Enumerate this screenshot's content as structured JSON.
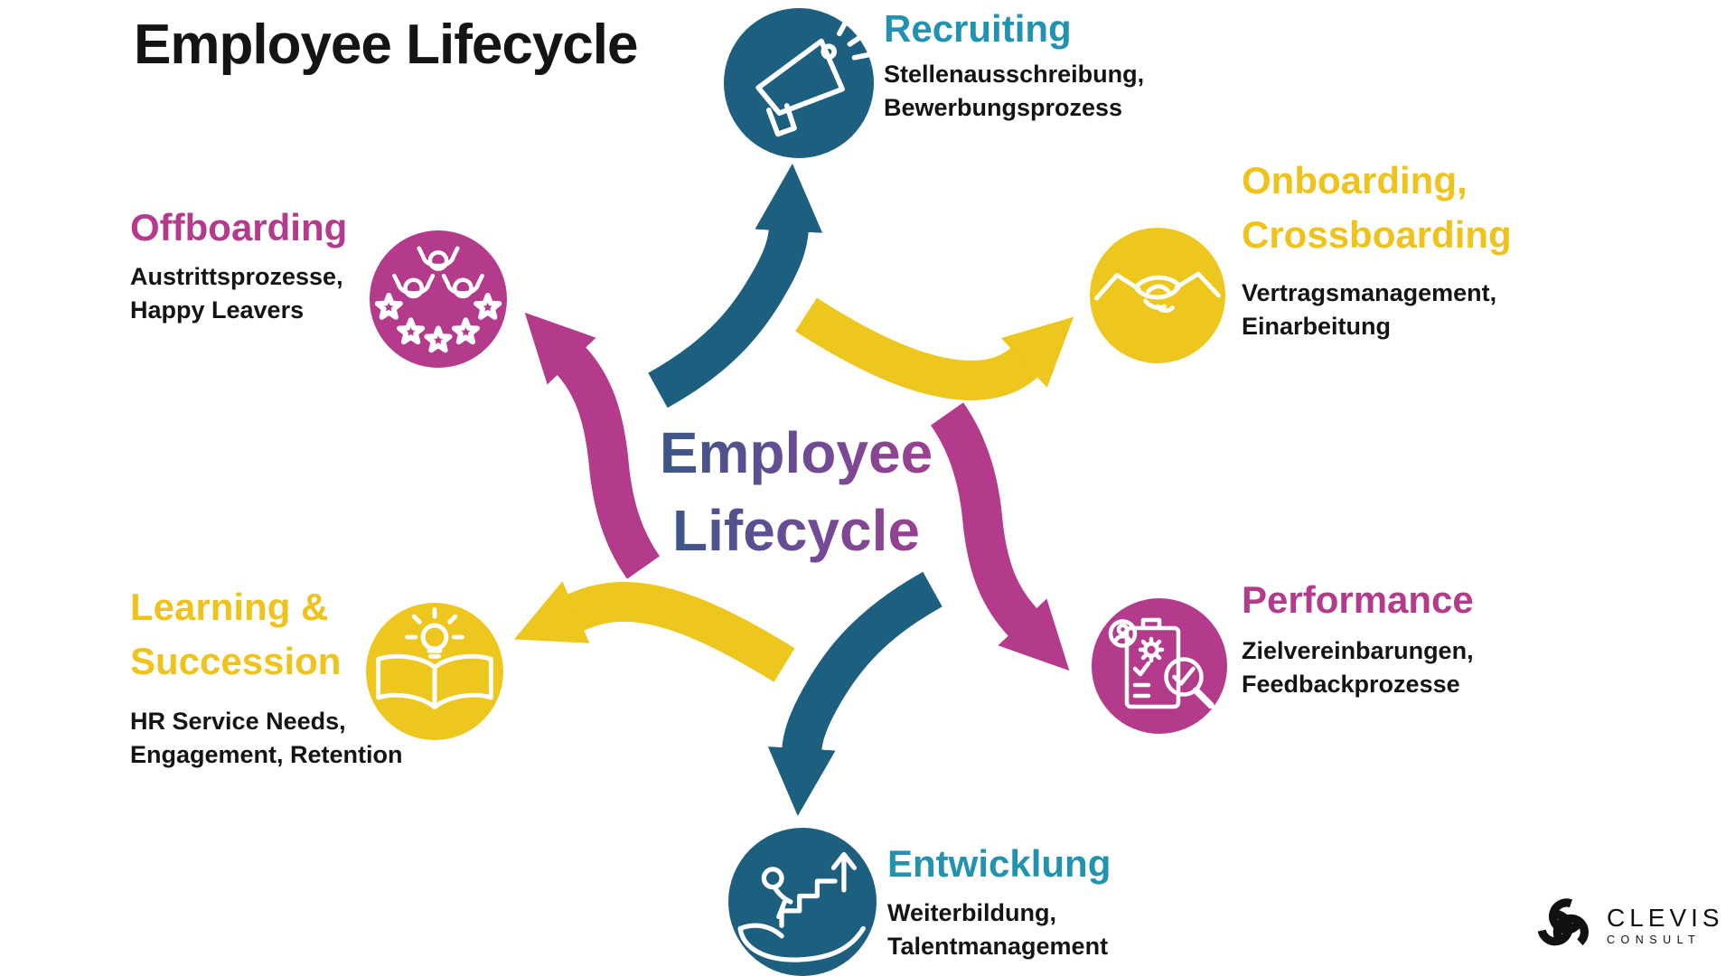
{
  "title": "Employee Lifecycle",
  "center": {
    "line1": "Employee",
    "line2": "Lifecycle"
  },
  "nodes": {
    "recruiting": {
      "title": "Recruiting",
      "subtitle": "Stellenausschreibung,\nBewerbungsprozess",
      "icon": "megaphone-icon",
      "circle_color": "#1C5F7F",
      "title_color": "#2193B1"
    },
    "onboarding": {
      "title": "Onboarding,\nCrossboarding",
      "subtitle": "Vertragsmanagement,\nEinarbeitung",
      "icon": "handshake-icon",
      "circle_color": "#EDC71D",
      "title_color": "#EFC31C"
    },
    "performance": {
      "title": "Performance",
      "subtitle": "Zielvereinbarungen,\nFeedbackprozesse",
      "icon": "checklist-magnifier-icon",
      "circle_color": "#B43A8C",
      "title_color": "#B43A8C"
    },
    "entwicklung": {
      "title": "Entwicklung",
      "subtitle": "Weiterbildung,\nTalentmanagement",
      "icon": "growth-support-icon",
      "circle_color": "#1C5F7F",
      "title_color": "#2193B1"
    },
    "learning": {
      "title": "Learning &\nSuccession",
      "subtitle": "HR Service Needs,\nEngagement, Retention",
      "icon": "book-lightbulb-icon",
      "circle_color": "#EDC71D",
      "title_color": "#EFC31C"
    },
    "offboarding": {
      "title": "Offboarding",
      "subtitle": "Austrittsprozesse,\nHappy Leavers",
      "icon": "team-stars-icon",
      "circle_color": "#B43A8C",
      "title_color": "#B43A8C"
    }
  },
  "arrows": [
    {
      "to": "recruiting",
      "color": "#1C5F7F",
      "direction": "up"
    },
    {
      "to": "onboarding",
      "color": "#EDC71D",
      "direction": "upper-right"
    },
    {
      "to": "performance",
      "color": "#B43A8C",
      "direction": "lower-right"
    },
    {
      "to": "entwicklung",
      "color": "#1C5F7F",
      "direction": "down"
    },
    {
      "to": "learning",
      "color": "#EDC71D",
      "direction": "lower-left"
    },
    {
      "to": "offboarding",
      "color": "#B43A8C",
      "direction": "upper-left"
    }
  ],
  "colors": {
    "teal": "#1C5F7F",
    "teal_bright": "#2193B1",
    "yellow": "#EDC71D",
    "magenta": "#B43A8C",
    "text_black": "#141414",
    "background": "#FFFFFF",
    "center_gradient": [
      "#1D5E7E",
      "#6A4C96",
      "#B13A8E"
    ]
  },
  "logo": {
    "name": "CLEVIS",
    "sub": "CONSULT"
  }
}
